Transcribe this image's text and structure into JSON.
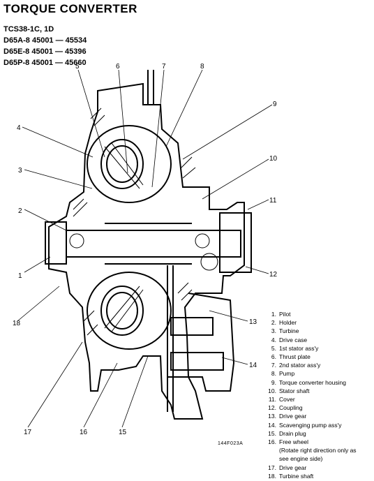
{
  "title": "TORQUE CONVERTER",
  "models": [
    "TCS38-1C, 1D",
    "D65A-8 45001 — 45534",
    "D65E-8 45001 — 45396",
    "D65P-8 45001 — 45660"
  ],
  "figure_code": "144F023A",
  "legend": [
    {
      "num": "1.",
      "label": "Pilot"
    },
    {
      "num": "2.",
      "label": "Holder"
    },
    {
      "num": "3.",
      "label": "Turbine"
    },
    {
      "num": "4.",
      "label": "Drive case"
    },
    {
      "num": "5.",
      "label": "1st stator ass'y"
    },
    {
      "num": "6.",
      "label": "Thrust plate"
    },
    {
      "num": "7.",
      "label": "2nd stator ass'y"
    },
    {
      "num": "8.",
      "label": "Pump"
    },
    {
      "num": "9.",
      "label": "Torque converter housing"
    },
    {
      "num": "10.",
      "label": "Stator shaft"
    },
    {
      "num": "11.",
      "label": "Cover"
    },
    {
      "num": "12.",
      "label": "Coupling"
    },
    {
      "num": "13.",
      "label": "Drive gear"
    },
    {
      "num": "14.",
      "label": "Scavenging pump ass'y"
    },
    {
      "num": "15.",
      "label": "Drain plug"
    },
    {
      "num": "16.",
      "label": "Free wheel",
      "notes": [
        "(Rotate right direction only as",
        "see engine side)"
      ]
    },
    {
      "num": "17.",
      "label": "Drive gear"
    },
    {
      "num": "18.",
      "label": "Turbine shaft"
    }
  ],
  "callouts": [
    "1",
    "2",
    "3",
    "4",
    "5",
    "6",
    "7",
    "8",
    "9",
    "10",
    "11",
    "12",
    "13",
    "14",
    "15",
    "16",
    "17",
    "18"
  ]
}
